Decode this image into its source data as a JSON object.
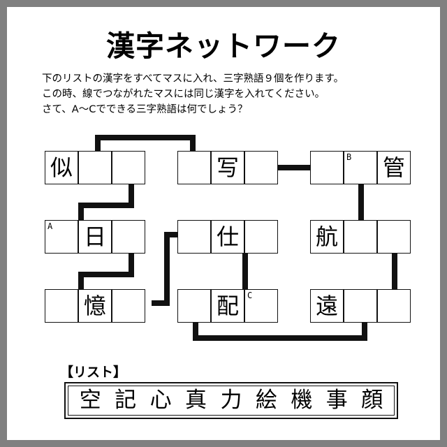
{
  "page": {
    "title": "漢字ネットワーク",
    "border_color": "#808080",
    "background_color": "#ffffff",
    "ink_color": "#000000"
  },
  "instructions": [
    "下のリストの漢字をすべてマスに入れ、三字熟語９個を作ります。",
    "この時、線でつながれたマスには同じ漢字を入れてください。",
    "さて、A〜Cでできる三字熟語は何でしょう？"
  ],
  "board": {
    "rows": [
      {
        "groups": [
          {
            "cells": [
              {
                "kanji": "似",
                "marker": ""
              },
              {
                "kanji": "",
                "marker": ""
              },
              {
                "kanji": "",
                "marker": ""
              }
            ]
          },
          {
            "cells": [
              {
                "kanji": "",
                "marker": ""
              },
              {
                "kanji": "写",
                "marker": ""
              },
              {
                "kanji": "",
                "marker": ""
              }
            ]
          },
          {
            "cells": [
              {
                "kanji": "",
                "marker": ""
              },
              {
                "kanji": "",
                "marker": "B"
              },
              {
                "kanji": "管",
                "marker": ""
              }
            ]
          }
        ]
      },
      {
        "groups": [
          {
            "cells": [
              {
                "kanji": "",
                "marker": "A"
              },
              {
                "kanji": "日",
                "marker": ""
              },
              {
                "kanji": "",
                "marker": ""
              }
            ]
          },
          {
            "cells": [
              {
                "kanji": "",
                "marker": ""
              },
              {
                "kanji": "仕",
                "marker": ""
              },
              {
                "kanji": "",
                "marker": ""
              }
            ]
          },
          {
            "cells": [
              {
                "kanji": "航",
                "marker": ""
              },
              {
                "kanji": "",
                "marker": ""
              },
              {
                "kanji": "",
                "marker": ""
              }
            ]
          }
        ]
      },
      {
        "groups": [
          {
            "cells": [
              {
                "kanji": "",
                "marker": ""
              },
              {
                "kanji": "憶",
                "marker": ""
              },
              {
                "kanji": "",
                "marker": ""
              }
            ]
          },
          {
            "cells": [
              {
                "kanji": "",
                "marker": ""
              },
              {
                "kanji": "配",
                "marker": ""
              },
              {
                "kanji": "",
                "marker": "C"
              }
            ]
          },
          {
            "cells": [
              {
                "kanji": "遠",
                "marker": ""
              },
              {
                "kanji": "",
                "marker": ""
              },
              {
                "kanji": "",
                "marker": ""
              }
            ]
          }
        ]
      }
    ]
  },
  "list": {
    "label": "【リスト】",
    "kanji": [
      "空",
      "記",
      "心",
      "真",
      "力",
      "絵",
      "機",
      "事",
      "顔"
    ]
  }
}
